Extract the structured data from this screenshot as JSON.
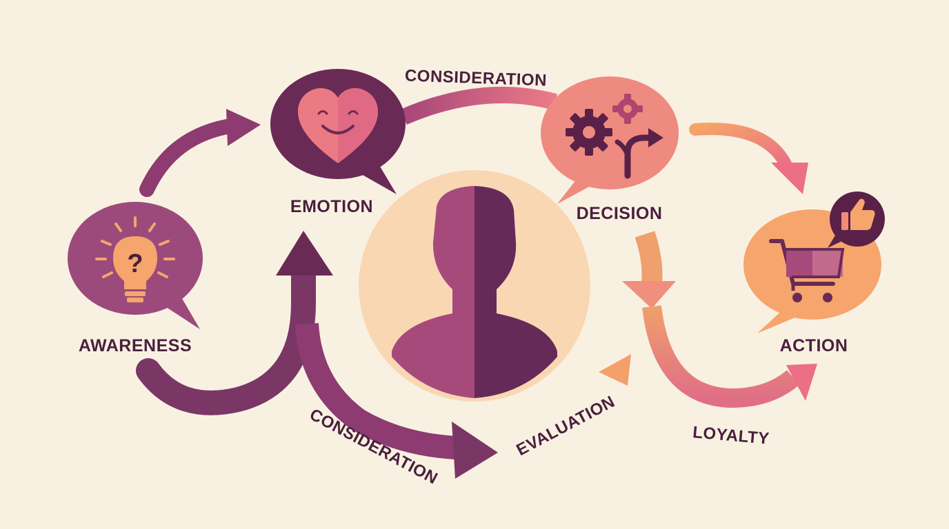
{
  "stages": {
    "awareness": {
      "label": "AWARENESS",
      "icon": "lightbulb-question-icon",
      "color": "#9c4a7c"
    },
    "emotion": {
      "label": "EMOTION",
      "icon": "smiling-heart-icon",
      "color": "#6a2a56"
    },
    "decision": {
      "label": "DECISION",
      "icon": "gears-crossroads-icon",
      "color": "#ef8a80"
    },
    "action": {
      "label": "ACTION",
      "icon": "shopping-cart-icon",
      "color": "#f6a56c",
      "badge_icon": "thumbs-up-icon"
    }
  },
  "center": {
    "icon": "person-silhouette-icon",
    "color_left": "#a64a7c",
    "color_right": "#662a58",
    "halo_color": "#fad7b3"
  },
  "flow_labels": {
    "consideration_top": "CONSIDERATION",
    "consideration_bottom": "CONSIDERATION",
    "evaluation": "EVALUATION",
    "loyalty": "LOYALTY"
  },
  "colors": {
    "background": "#f8f1e2",
    "text": "#4a1f3d",
    "arrow_plum": "#7a3766",
    "arrow_pink": "#e06f86",
    "arrow_orange": "#f3a06a"
  }
}
